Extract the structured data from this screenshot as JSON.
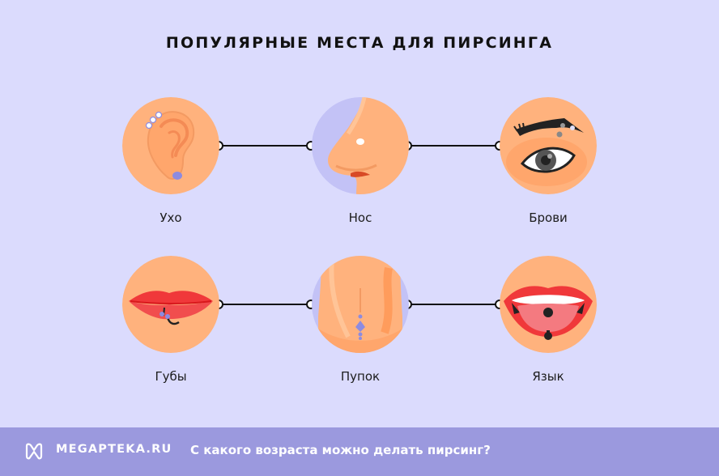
{
  "title": "ПОПУЛЯРНЫЕ МЕСТА ДЛЯ ПИРСИНГА",
  "places": [
    {
      "id": "ear",
      "label": "Ухо",
      "icon": "ear-icon"
    },
    {
      "id": "nose",
      "label": "Нос",
      "icon": "nose-icon"
    },
    {
      "id": "eyebrow",
      "label": "Брови",
      "icon": "eyebrow-icon"
    },
    {
      "id": "lips",
      "label": "Губы",
      "icon": "lips-icon"
    },
    {
      "id": "navel",
      "label": "Пупок",
      "icon": "navel-icon"
    },
    {
      "id": "tongue",
      "label": "Язык",
      "icon": "tongue-icon"
    }
  ],
  "colors": {
    "background": "#dbdbfd",
    "circle_skin": "#ffb27d",
    "circle_lavender": "#c3c2f6",
    "footer": "#9b99de",
    "lip_red": "#f0383a",
    "jewelry_lavender": "#8d8be0"
  },
  "footer": {
    "brand": "MEGAPTEKA.RU",
    "logo_icon": "megapteka-logo-icon",
    "question": "С какого возраста можно делать пирсинг?"
  }
}
